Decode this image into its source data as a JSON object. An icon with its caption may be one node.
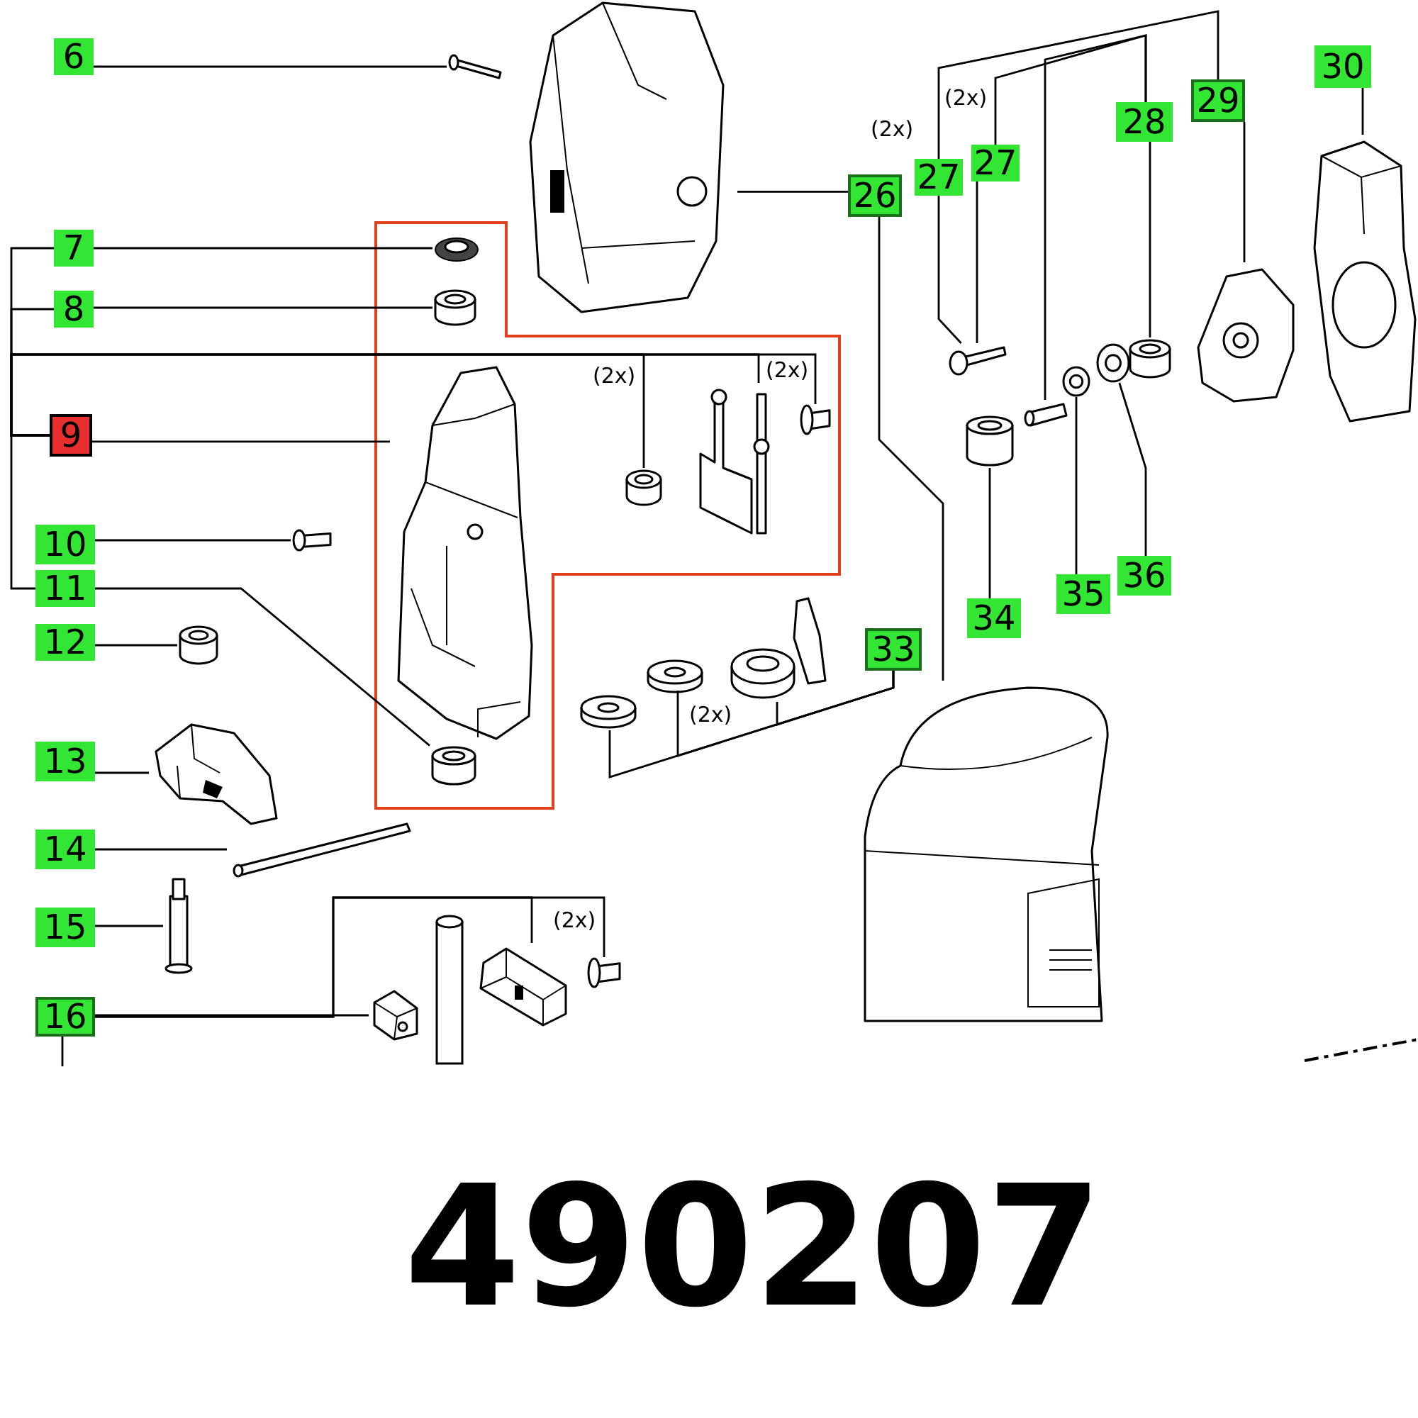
{
  "diagram": {
    "caption": "490207",
    "nodes": [
      {
        "text": [
          "6"
        ]
      },
      {
        "text": [
          "7"
        ]
      },
      {
        "text": [
          "8"
        ]
      },
      {
        "text": [
          "9"
        ]
      },
      {
        "text": [
          "10"
        ]
      },
      {
        "text": [
          "11"
        ]
      },
      {
        "text": [
          "12"
        ]
      },
      {
        "text": [
          "13"
        ]
      },
      {
        "text": [
          "14"
        ]
      },
      {
        "text": [
          "15"
        ]
      },
      {
        "text": [
          "16"
        ]
      },
      {
        "text": [
          "26"
        ]
      },
      {
        "text": [
          "27"
        ]
      },
      {
        "text": [
          "27"
        ]
      },
      {
        "text": [
          "28"
        ]
      },
      {
        "text": [
          "29"
        ]
      },
      {
        "text": [
          "30"
        ]
      },
      {
        "text": [
          "33"
        ]
      },
      {
        "text": [
          "34"
        ]
      },
      {
        "text": [
          "35"
        ]
      },
      {
        "text": [
          "36"
        ]
      },
      {
        "text": [],
        "shape": "bar"
      },
      {
        "text": [],
        "shape": "circle"
      },
      {
        "text": [],
        "shape": "cylinder"
      },
      {
        "text": [],
        "shape": "picture"
      },
      {
        "text": [],
        "shape": "bar"
      },
      {
        "text": [],
        "shape": "cylinder"
      },
      {
        "text": [],
        "shape": "cylinder"
      },
      {
        "text": [],
        "shape": "picture"
      },
      {
        "text": [],
        "shape": "bar"
      },
      {
        "text": [],
        "shape": "bar"
      },
      {
        "text": [],
        "shape": "picture"
      },
      {
        "text": [],
        "shape": "picture"
      },
      {
        "text": [],
        "shape": "bar"
      },
      {
        "text": [],
        "shape": "picture"
      },
      {
        "text": [],
        "shape": "picture"
      },
      {
        "text": [],
        "shape": "bar"
      },
      {
        "text": [],
        "shape": "bar"
      },
      {
        "text": [],
        "shape": "cylinder"
      },
      {
        "text": [],
        "shape": "picture"
      },
      {
        "text": [],
        "shape": "picture"
      },
      {
        "text": [],
        "shape": "cylinder"
      },
      {
        "text": [],
        "shape": "picture"
      },
      {
        "text": [],
        "shape": "bar"
      },
      {
        "text": [],
        "shape": "circle"
      },
      {
        "text": [],
        "shape": "circle"
      },
      {
        "text": [],
        "shape": "picture"
      },
      {
        "text": [],
        "shape": "cylinder"
      },
      {
        "text": [],
        "shape": "circle"
      },
      {
        "text": [],
        "shape": "circle"
      }
    ],
    "edges": [
      {
        "from": 0,
        "to": 21,
        "arrow": "none"
      },
      {
        "from": 1,
        "to": 22,
        "arrow": "none"
      },
      {
        "from": 2,
        "to": 23,
        "arrow": "none"
      },
      {
        "from": 3,
        "to": 24,
        "arrow": "none"
      },
      {
        "from": 4,
        "to": 25,
        "arrow": "none"
      },
      {
        "from": 5,
        "to": 26,
        "arrow": "none"
      },
      {
        "from": 6,
        "to": 27,
        "arrow": "none"
      },
      {
        "from": 7,
        "to": 28,
        "arrow": "none"
      },
      {
        "from": 8,
        "to": 29,
        "arrow": "none"
      },
      {
        "from": 9,
        "to": 30,
        "arrow": "none"
      },
      {
        "from": 10,
        "to": 31,
        "arrow": "none"
      },
      {
        "from": 10,
        "to": 32,
        "arrow": "none"
      },
      {
        "from": 10,
        "to": 33,
        "arrow": "none"
      },
      {
        "from": 10,
        "to": null,
        "arrow": "none"
      },
      {
        "from": 11,
        "to": 34,
        "arrow": "none"
      },
      {
        "from": 11,
        "to": 35,
        "arrow": "none"
      },
      {
        "from": 12,
        "to": 36,
        "arrow": "none"
      },
      {
        "from": 13,
        "to": 36,
        "arrow": "none"
      },
      {
        "from": 14,
        "to": 38,
        "arrow": "none"
      },
      {
        "from": 14,
        "to": 37,
        "arrow": "none"
      },
      {
        "from": 15,
        "to": 39,
        "arrow": "none"
      },
      {
        "from": 15,
        "to": 12,
        "arrow": "none"
      },
      {
        "from": 14,
        "to": 13,
        "arrow": "none"
      },
      {
        "from": 16,
        "to": 40,
        "arrow": "none"
      },
      {
        "from": 17,
        "to": 44,
        "arrow": "none"
      },
      {
        "from": 17,
        "to": 45,
        "arrow": "none"
      },
      {
        "from": 17,
        "to": 46,
        "arrow": "none"
      },
      {
        "from": 18,
        "to": 47,
        "arrow": "none"
      },
      {
        "from": 19,
        "to": 48,
        "arrow": "none"
      },
      {
        "from": 20,
        "to": 49,
        "arrow": "none"
      },
      {
        "from": 3,
        "to": 41,
        "arrow": "none"
      },
      {
        "from": 3,
        "to": 42,
        "arrow": "none"
      },
      {
        "from": 3,
        "to": 43,
        "arrow": "none"
      },
      {
        "from": 3,
        "to": 1,
        "arrow": "none"
      },
      {
        "from": 3,
        "to": 2,
        "arrow": "none"
      },
      {
        "from": 3,
        "to": 5,
        "arrow": "none"
      }
    ],
    "labels": [
      "(2x)",
      "(2x)",
      "(2x)",
      "(2x)",
      "(2x)",
      "(2x)"
    ]
  }
}
